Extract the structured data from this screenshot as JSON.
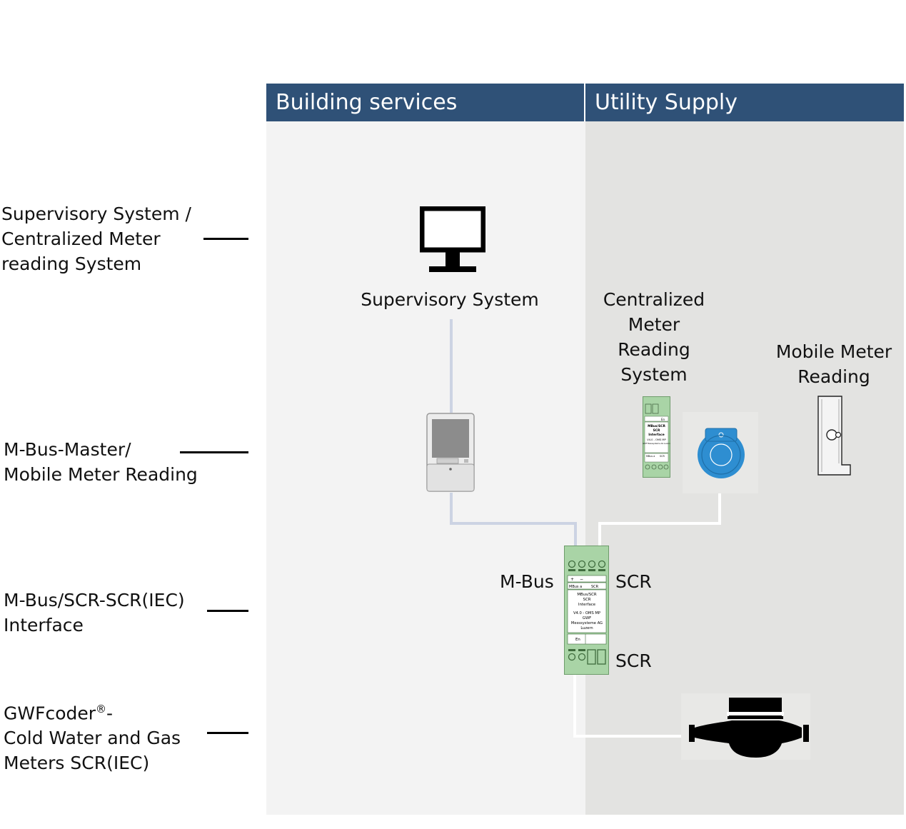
{
  "columns": {
    "left": "Building services",
    "right": "Utility Supply"
  },
  "levels": [
    {
      "id": "supervisory",
      "lines": [
        "Supervisory System /",
        "Centralized Meter",
        "reading System"
      ]
    },
    {
      "id": "master",
      "lines": [
        "M-Bus-Master/",
        "Mobile Meter Reading"
      ]
    },
    {
      "id": "interface",
      "lines": [
        "M-Bus/SCR-SCR(IEC)",
        "Interface"
      ]
    },
    {
      "id": "meters",
      "line1": "GWFcoder",
      "line1_mark": "®",
      "line1_suffix": "-",
      "lines": [
        "Cold Water and Gas",
        "Meters SCR(IEC)"
      ]
    }
  ],
  "nodes": {
    "supervisory": "Supervisory System",
    "centralized": [
      "Centralized",
      "Meter",
      "Reading",
      "System"
    ],
    "mobile": [
      "Mobile Meter",
      "Reading"
    ]
  },
  "ports": {
    "mbus": "M-Bus",
    "scr_top": "SCR",
    "scr_bottom": "SCR"
  },
  "device_small": {
    "title": "MBus/SCR",
    "line2": "SCR",
    "line3": "Interface",
    "line4": "V4.0 - OMS MP",
    "line5": "GWF Messsysteme AG Luzern",
    "lbl_a": "MBus a",
    "lbl_b": "SCR",
    "lbl_en": "En"
  },
  "device_interface": {
    "plus": "+",
    "minus": "−",
    "lbl_a": "MBus a",
    "lbl_b": "SCR",
    "title": "MBus/SCR",
    "line2": "SCR",
    "line3": "Interface",
    "line4": "V4.0 - OMS MP",
    "line5": "GWF",
    "line6": "Messsysteme AG",
    "line7": "Luzern",
    "lbl_en": "En"
  },
  "colors": {
    "header_bg": "#2f5177",
    "panel_left": "#f3f3f3",
    "panel_right": "#e3e3e1",
    "wire_mbus": "#ccd3e3",
    "wire_scr": "#ffffff",
    "device_green": "#a9d4a6",
    "reader_blue": "#2e8ed1"
  }
}
